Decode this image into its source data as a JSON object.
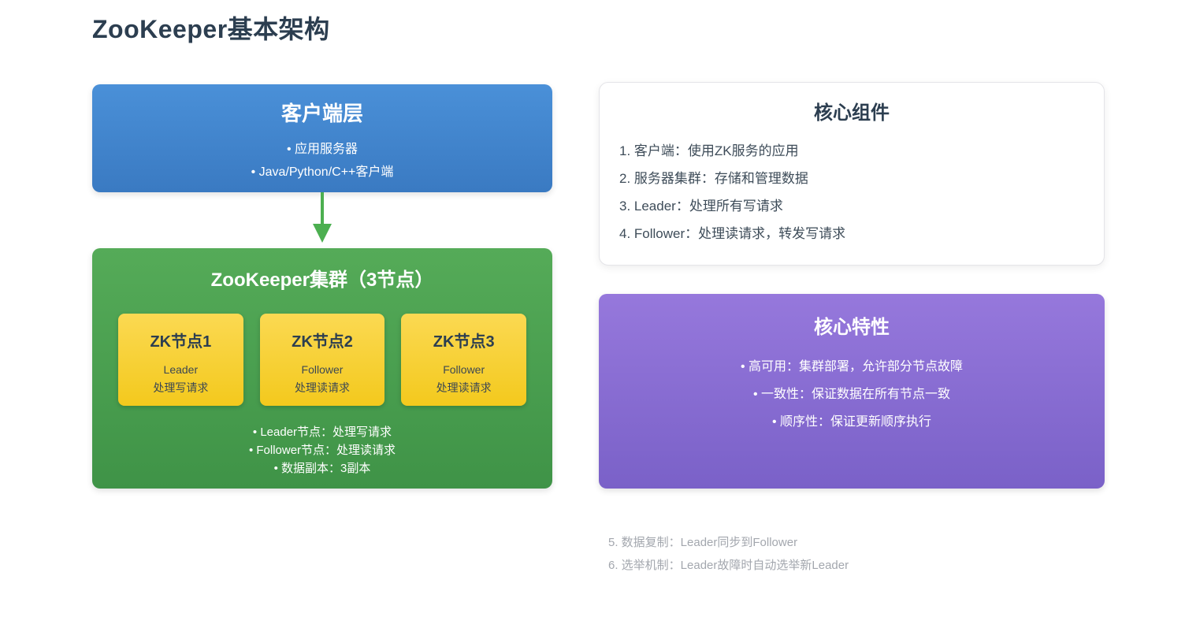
{
  "page": {
    "title": "ZooKeeper基本架构"
  },
  "client_layer": {
    "title": "客户端层",
    "items": [
      "• 应用服务器",
      "• Java/Python/C++客户端"
    ]
  },
  "cluster": {
    "title": "ZooKeeper集群（3节点）",
    "nodes": [
      {
        "name": "ZK节点1",
        "role": "Leader",
        "duty": "处理写请求"
      },
      {
        "name": "ZK节点2",
        "role": "Follower",
        "duty": "处理读请求"
      },
      {
        "name": "ZK节点3",
        "role": "Follower",
        "duty": "处理读请求"
      }
    ],
    "notes": [
      "• Leader节点：处理写请求",
      "• Follower节点：处理读请求",
      "• 数据副本：3副本"
    ]
  },
  "core_components": {
    "title": "核心组件",
    "items": [
      "1. 客户端：使用ZK服务的应用",
      "2. 服务器集群：存储和管理数据",
      "3. Leader：处理所有写请求",
      "4. Follower：处理读请求，转发写请求"
    ]
  },
  "core_features": {
    "title": "核心特性",
    "items": [
      "• 高可用：集群部署，允许部分节点故障",
      "• 一致性：保证数据在所有节点一致",
      "• 顺序性：保证更新顺序执行"
    ]
  },
  "footnotes": [
    "5. 数据复制：Leader同步到Follower",
    "6. 选举机制：Leader故障时自动选举新Leader"
  ],
  "colors": {
    "client_box_top": "#4a90d8",
    "client_box_bottom": "#3a7ac2",
    "cluster_box_top": "#55ab58",
    "cluster_box_bottom": "#3f9347",
    "node_top": "#fbd952",
    "node_bottom": "#f3c91d",
    "features_top": "#9678dc",
    "features_bottom": "#7a61c8",
    "arrow": "#4caf50",
    "title_text": "#2c3e50",
    "footnote_text": "#a3a7ae"
  }
}
